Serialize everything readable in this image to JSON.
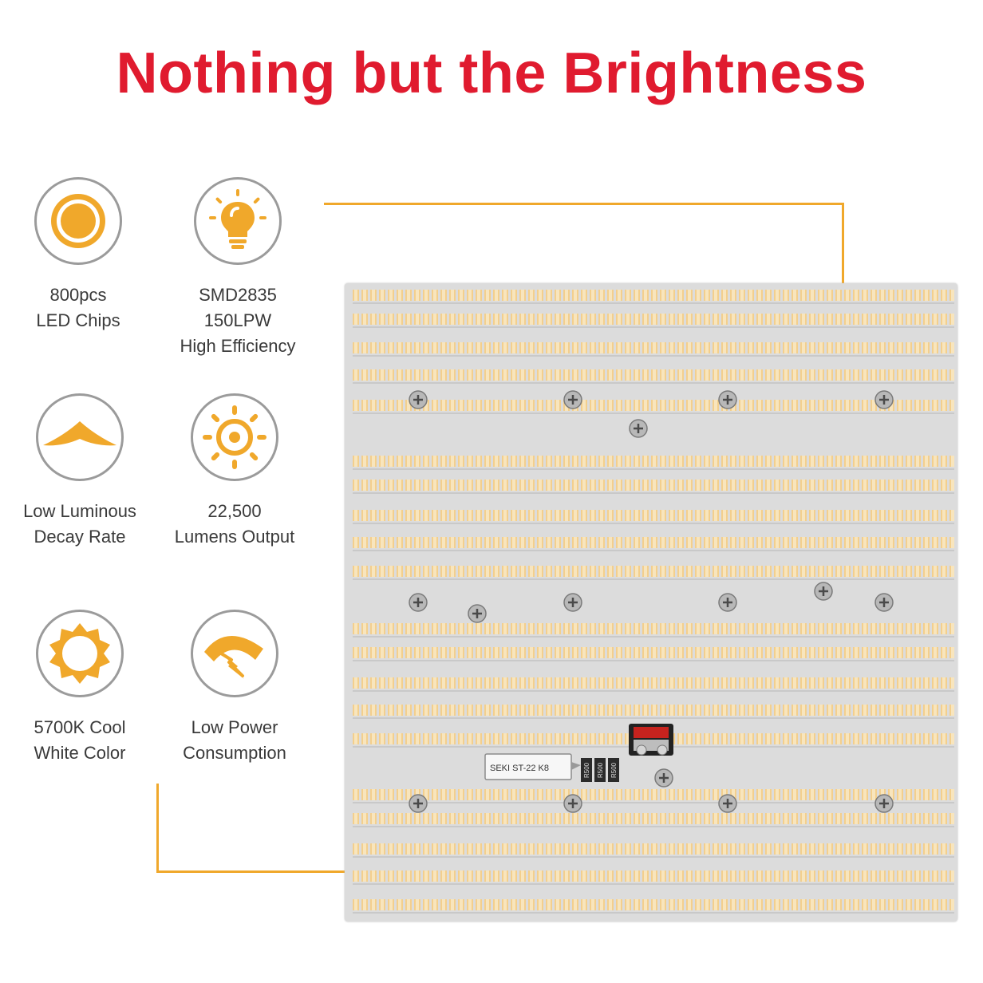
{
  "title": "Nothing but the Brightness",
  "accent_color": "#f0a82b",
  "title_color": "#e01b2f",
  "features": [
    {
      "icon": "sun-disc-icon",
      "lines": [
        "800pcs",
        "LED Chips"
      ]
    },
    {
      "icon": "lightbulb-icon",
      "lines": [
        "SMD2835",
        "150LPW",
        "High Efficiency"
      ]
    },
    {
      "icon": "tent-roof-icon",
      "lines": [
        "Low Luminous",
        "Decay Rate"
      ]
    },
    {
      "icon": "sun-rays-icon",
      "lines": [
        "22,500",
        "Lumens Output"
      ]
    },
    {
      "icon": "sun-badge-icon",
      "lines": [
        "5700K Cool",
        "White Color"
      ]
    },
    {
      "icon": "power-gauge-icon",
      "lines": [
        "Low Power",
        "Consumption"
      ]
    }
  ],
  "panel": {
    "thermostat_label": "SEKI ST-22 K8",
    "resistor_labels": [
      "R500",
      "R500",
      "R500"
    ]
  }
}
